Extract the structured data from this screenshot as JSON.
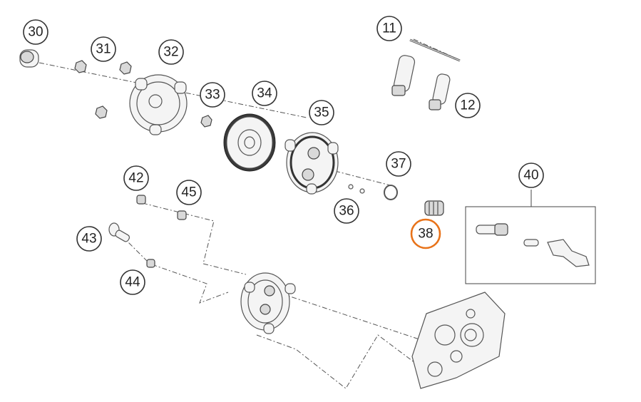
{
  "callouts": [
    {
      "id": "30",
      "label": "30"
    },
    {
      "id": "31",
      "label": "31"
    },
    {
      "id": "32",
      "label": "32"
    },
    {
      "id": "33",
      "label": "33"
    },
    {
      "id": "34",
      "label": "34"
    },
    {
      "id": "35",
      "label": "35"
    },
    {
      "id": "36",
      "label": "36"
    },
    {
      "id": "37",
      "label": "37"
    },
    {
      "id": "38",
      "label": "38",
      "highlighted": true
    },
    {
      "id": "40",
      "label": "40"
    },
    {
      "id": "11",
      "label": "11"
    },
    {
      "id": "12",
      "label": "12"
    },
    {
      "id": "42",
      "label": "42"
    },
    {
      "id": "43",
      "label": "43"
    },
    {
      "id": "44",
      "label": "44"
    },
    {
      "id": "45",
      "label": "45"
    }
  ],
  "colors": {
    "highlight": "#e8731a",
    "line": "#333333",
    "background": "#ffffff"
  }
}
